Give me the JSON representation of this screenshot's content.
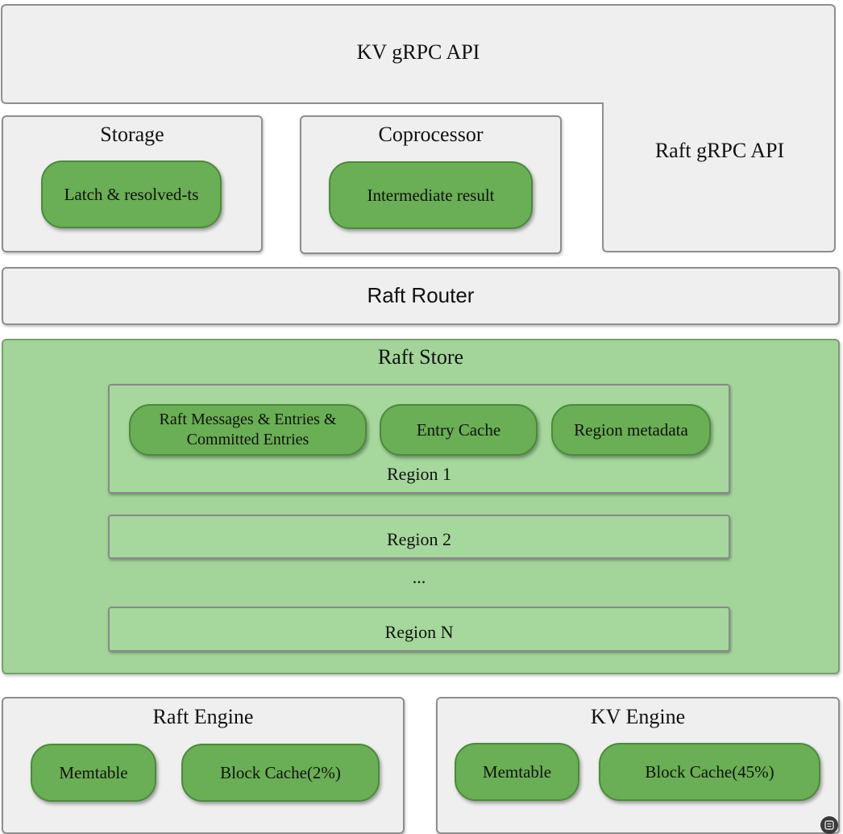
{
  "top": {
    "kv_grpc_api": "KV gRPC API",
    "raft_grpc_api": "Raft gRPC API"
  },
  "storage": {
    "title": "Storage",
    "item": "Latch & resolved-ts"
  },
  "coprocessor": {
    "title": "Coprocessor",
    "item": "Intermediate result"
  },
  "raft_router": {
    "title": "Raft Router"
  },
  "raft_store": {
    "title": "Raft Store",
    "region1": {
      "items": [
        "Raft Messages & Entries &",
        "Committed Entries",
        "Entry Cache",
        "Region metadata"
      ],
      "label": "Region 1"
    },
    "region2": "Region 2",
    "ellipsis": "...",
    "regionN": "Region N"
  },
  "raft_engine": {
    "title": "Raft Engine",
    "items": [
      "Memtable",
      "Block Cache(2%)"
    ]
  },
  "kv_engine": {
    "title": "KV Engine",
    "items": [
      "Memtable",
      "Block Cache(45%)"
    ]
  },
  "colors": {
    "gray_fill": "#efefef",
    "green_area": "#a3d49a",
    "pill_green": "#6aae55"
  }
}
